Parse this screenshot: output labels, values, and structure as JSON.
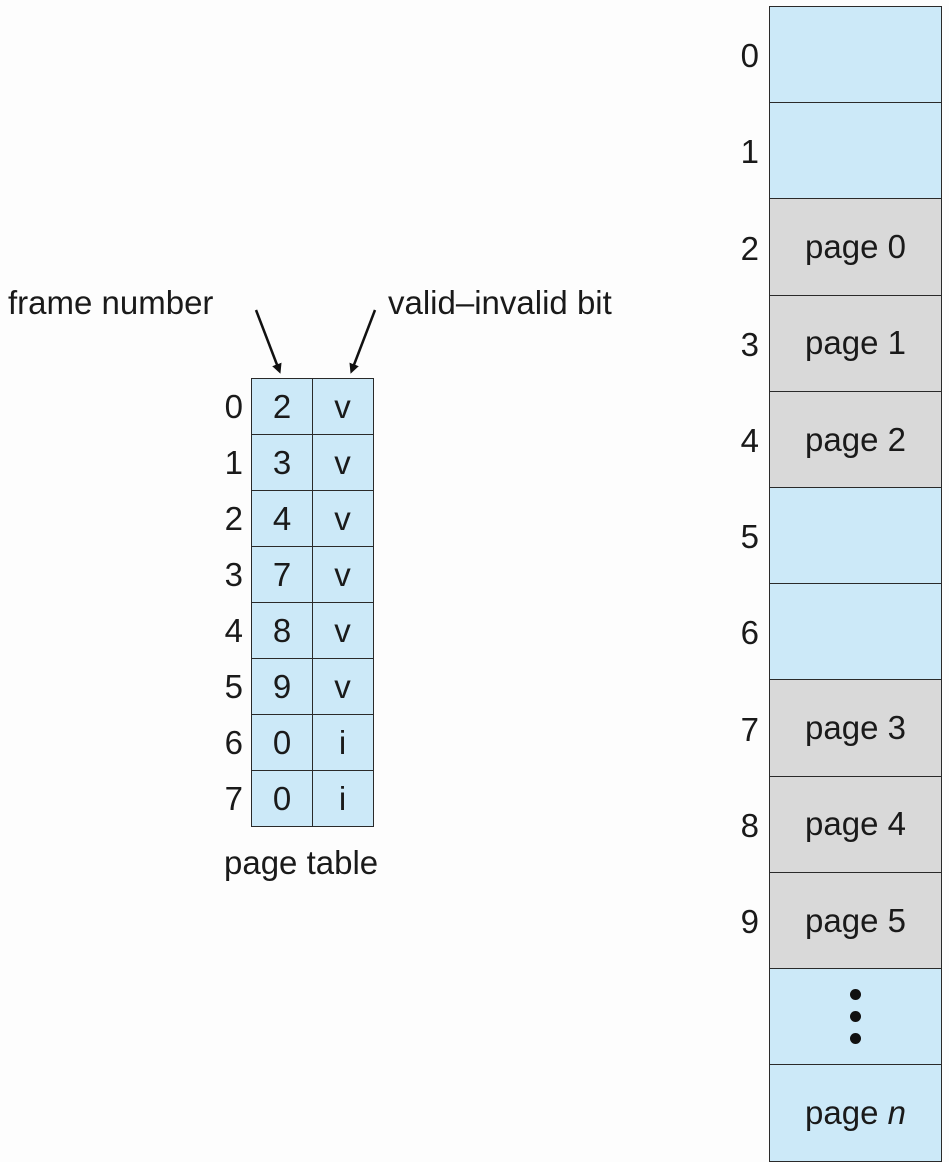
{
  "labels": {
    "frame_number": "frame number",
    "valid_invalid_bit": "valid–invalid bit",
    "page_table": "page table"
  },
  "page_table": [
    {
      "index": "0",
      "frame": "2",
      "bit": "v"
    },
    {
      "index": "1",
      "frame": "3",
      "bit": "v"
    },
    {
      "index": "2",
      "frame": "4",
      "bit": "v"
    },
    {
      "index": "3",
      "frame": "7",
      "bit": "v"
    },
    {
      "index": "4",
      "frame": "8",
      "bit": "v"
    },
    {
      "index": "5",
      "frame": "9",
      "bit": "v"
    },
    {
      "index": "6",
      "frame": "0",
      "bit": "i"
    },
    {
      "index": "7",
      "frame": "0",
      "bit": "i"
    }
  ],
  "memory": [
    {
      "index": "0",
      "prefix": "",
      "suffix": "",
      "used": false
    },
    {
      "index": "1",
      "prefix": "",
      "suffix": "",
      "used": false
    },
    {
      "index": "2",
      "prefix": "page",
      "suffix": "0",
      "used": true
    },
    {
      "index": "3",
      "prefix": "page",
      "suffix": "1",
      "used": true
    },
    {
      "index": "4",
      "prefix": "page",
      "suffix": "2",
      "used": true
    },
    {
      "index": "5",
      "prefix": "",
      "suffix": "",
      "used": false
    },
    {
      "index": "6",
      "prefix": "",
      "suffix": "",
      "used": false
    },
    {
      "index": "7",
      "prefix": "page",
      "suffix": "3",
      "used": true
    },
    {
      "index": "8",
      "prefix": "page",
      "suffix": "4",
      "used": true
    },
    {
      "index": "9",
      "prefix": "page",
      "suffix": "5",
      "used": true
    },
    {
      "index": "",
      "prefix": "",
      "suffix": "",
      "used": false,
      "ellipsis": true
    },
    {
      "index": "",
      "prefix": "page",
      "suffix": "n",
      "used": false,
      "italic_suffix": true
    }
  ],
  "colors": {
    "free_frame": "#cce9f8",
    "used_frame": "#d9d9d9",
    "page_table_cell": "#cce9f8"
  }
}
